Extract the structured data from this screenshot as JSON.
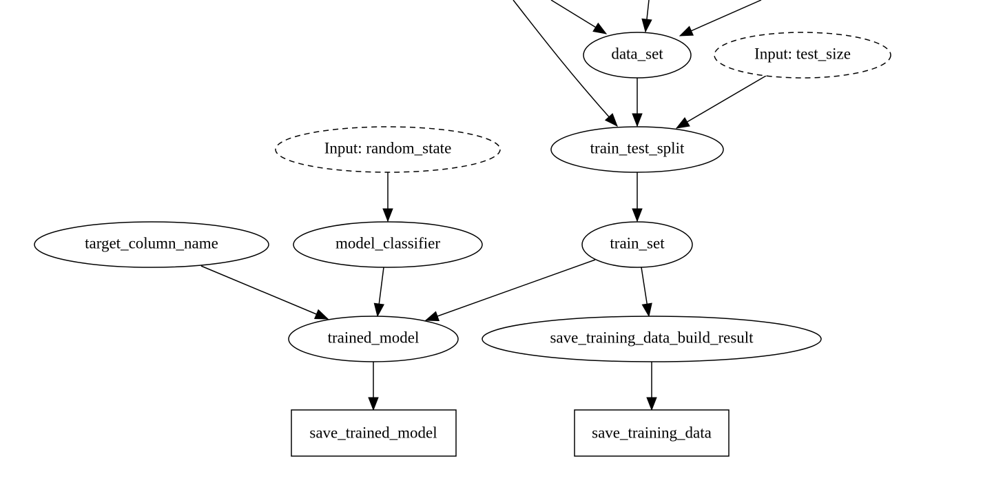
{
  "graph": {
    "nodes": {
      "data_set": {
        "label": "data_set",
        "shape": "ellipse",
        "style": "solid"
      },
      "input_test_size": {
        "label": "Input: test_size",
        "shape": "ellipse",
        "style": "dashed"
      },
      "input_random_state": {
        "label": "Input: random_state",
        "shape": "ellipse",
        "style": "dashed"
      },
      "train_test_split": {
        "label": "train_test_split",
        "shape": "ellipse",
        "style": "solid"
      },
      "target_column_name": {
        "label": "target_column_name",
        "shape": "ellipse",
        "style": "solid"
      },
      "model_classifier": {
        "label": "model_classifier",
        "shape": "ellipse",
        "style": "solid"
      },
      "train_set": {
        "label": "train_set",
        "shape": "ellipse",
        "style": "solid"
      },
      "trained_model": {
        "label": "trained_model",
        "shape": "ellipse",
        "style": "solid"
      },
      "save_training_data_build_result": {
        "label": "save_training_data_build_result",
        "shape": "ellipse",
        "style": "solid"
      },
      "save_trained_model": {
        "label": "save_trained_model",
        "shape": "box",
        "style": "solid"
      },
      "save_training_data": {
        "label": "save_training_data",
        "shape": "box",
        "style": "solid"
      }
    },
    "edges": [
      {
        "from": "(offscreen)",
        "to": "data_set"
      },
      {
        "from": "(offscreen)",
        "to": "data_set"
      },
      {
        "from": "(offscreen)",
        "to": "data_set"
      },
      {
        "from": "(offscreen)",
        "to": "train_test_split"
      },
      {
        "from": "data_set",
        "to": "train_test_split"
      },
      {
        "from": "input_test_size",
        "to": "train_test_split"
      },
      {
        "from": "input_random_state",
        "to": "model_classifier"
      },
      {
        "from": "train_test_split",
        "to": "train_set"
      },
      {
        "from": "target_column_name",
        "to": "trained_model"
      },
      {
        "from": "model_classifier",
        "to": "trained_model"
      },
      {
        "from": "train_set",
        "to": "trained_model"
      },
      {
        "from": "train_set",
        "to": "save_training_data_build_result"
      },
      {
        "from": "trained_model",
        "to": "save_trained_model"
      },
      {
        "from": "save_training_data_build_result",
        "to": "save_training_data"
      }
    ]
  }
}
